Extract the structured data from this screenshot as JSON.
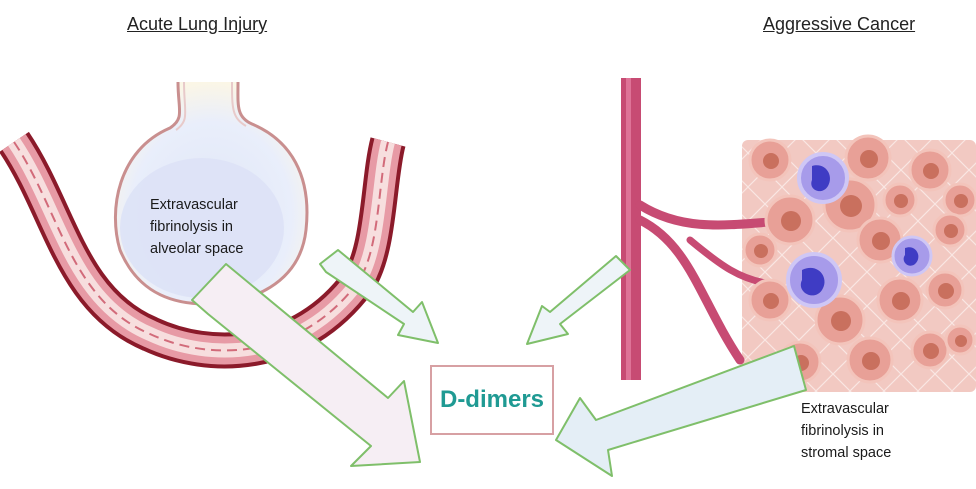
{
  "left_panel": {
    "title": "Acute Lung Injury",
    "caption": "Extravascular\nfibrinolysis in\nalveolar space"
  },
  "right_panel": {
    "title": "Aggressive Cancer",
    "caption": "Extravascular\nfibrinolysis in\nstromal space"
  },
  "center": {
    "label": "D-dimers"
  },
  "colors": {
    "vessel_outer": "#8b1a2a",
    "vessel_inner": "#f4d6d6",
    "arrow_outline": "#7fbf6a",
    "arrow_fill_light": "#eef4f8",
    "arrow_fill_pink": "#f6eef4",
    "label_teal": "#1f9a93",
    "tumor": "#e8a097",
    "immune_cell": "#9b8fe0"
  }
}
